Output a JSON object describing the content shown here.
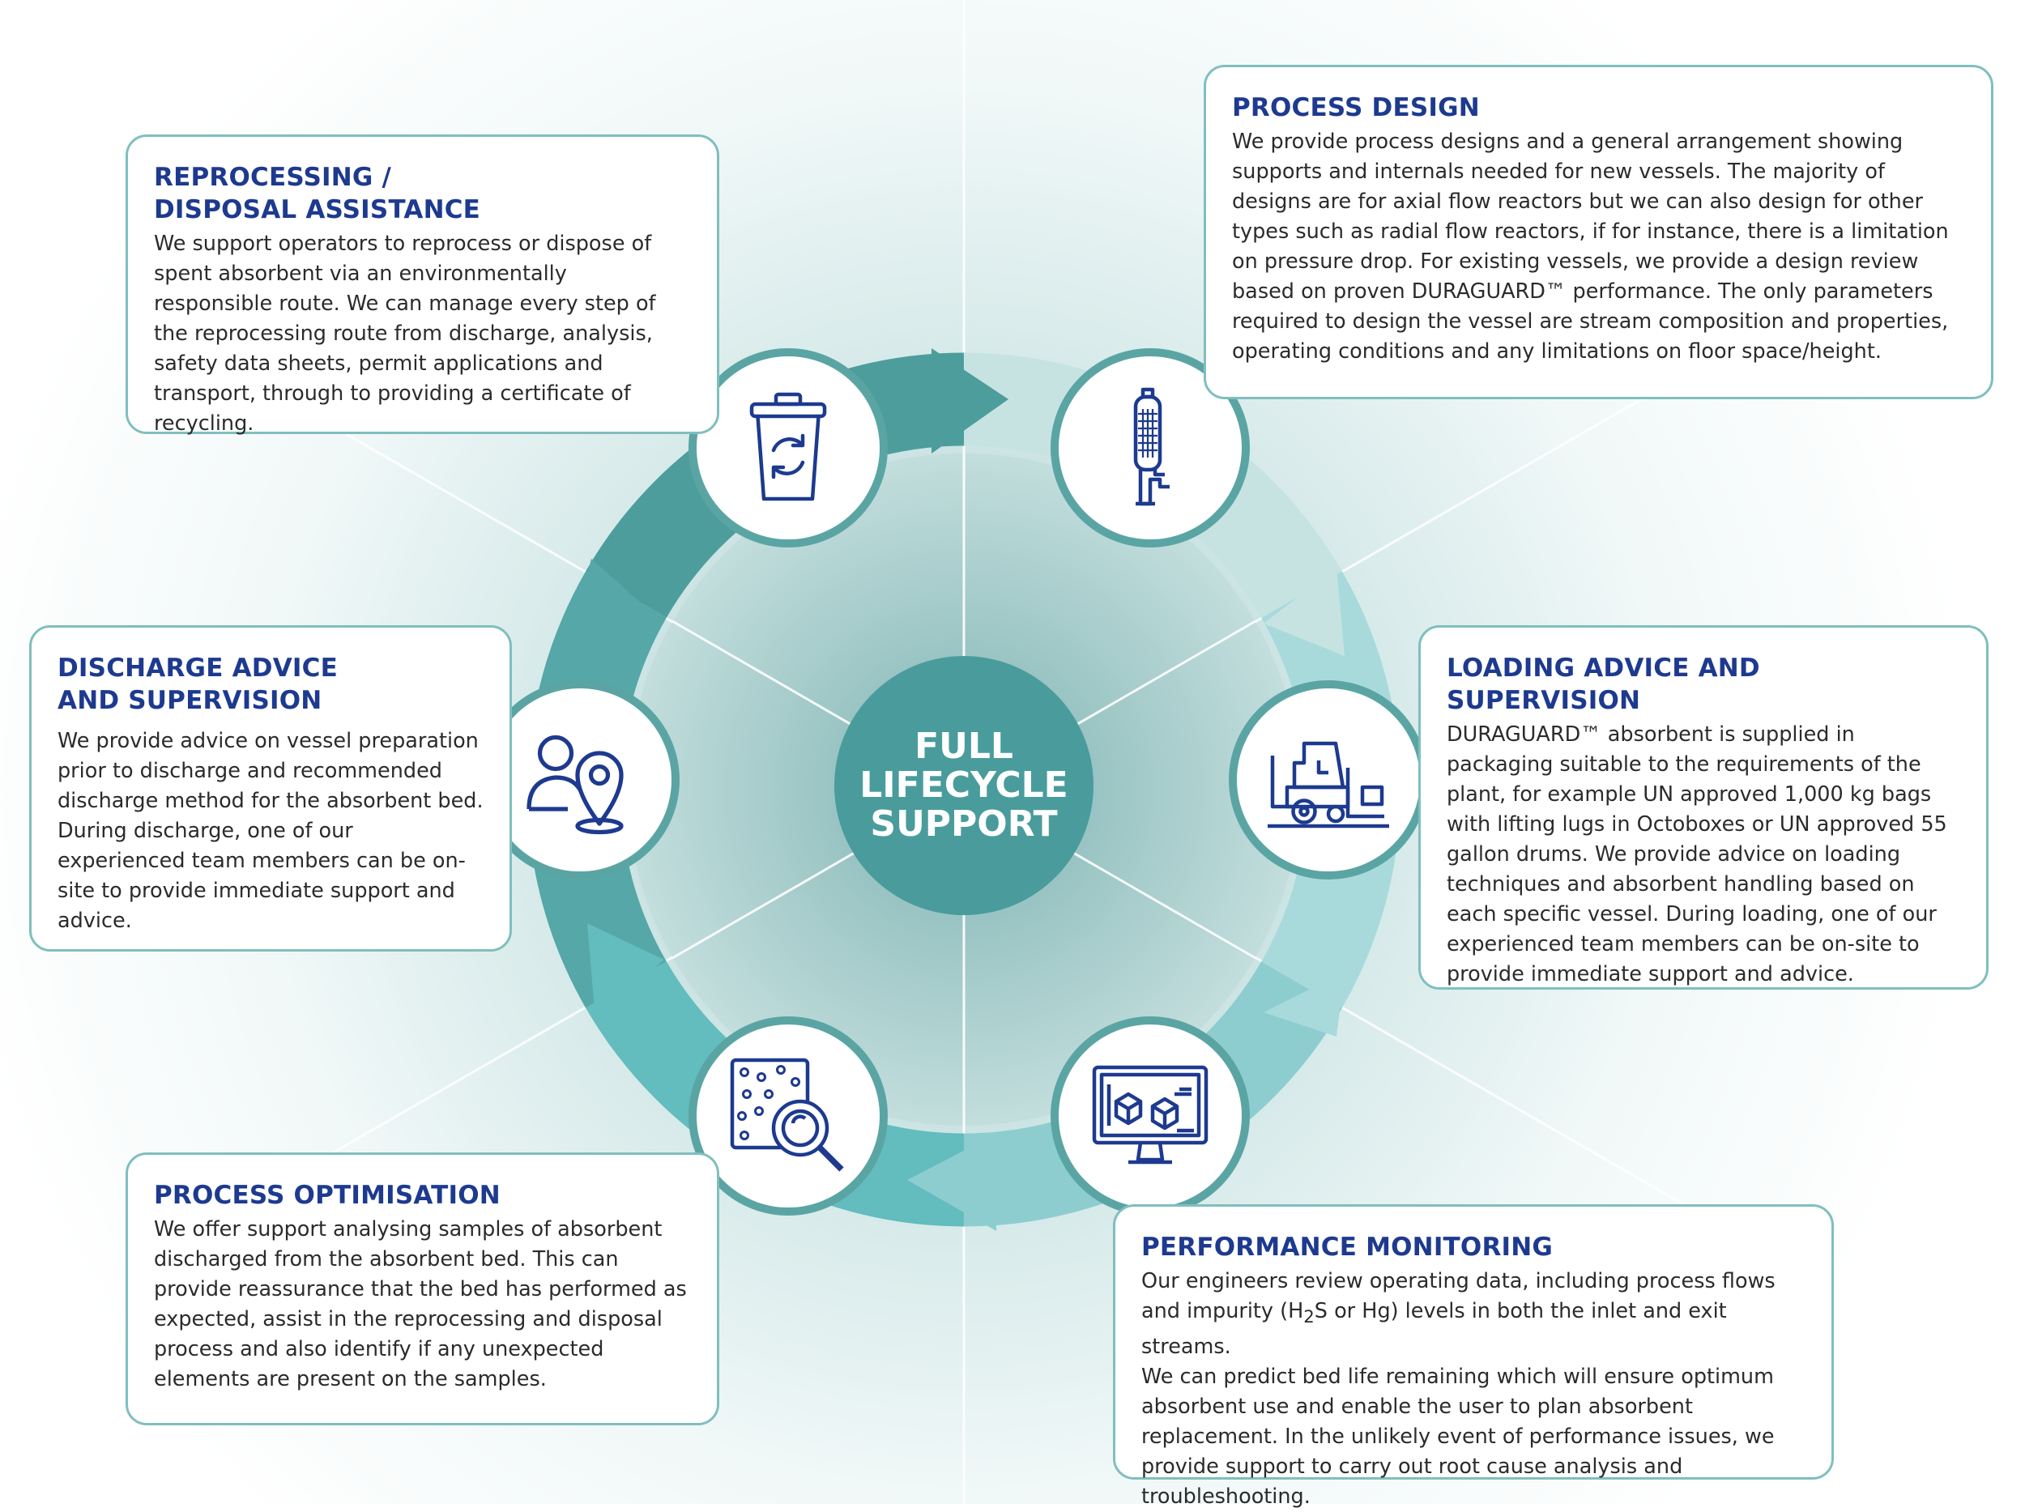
{
  "colors": {
    "heading": "#1d3a8f",
    "icon_stroke": "#1d3a8f",
    "teal_dark": "#4a9c9c",
    "teal_light": "#9fd4d6",
    "border": "#7fbfbe"
  },
  "center": {
    "label": "FULL\nLIFECYCLE\nSUPPORT"
  },
  "stages": {
    "process_design": {
      "title": "PROCESS DESIGN",
      "body": "We provide process designs and a general arrangement showing supports and internals needed for new vessels. The majority of designs are for axial flow reactors but we can also design for other types such as radial flow reactors, if for instance, there is a limitation on pressure drop. For existing vessels, we provide a design review based on proven DURAGUARD™ performance.  The only parameters required to design the vessel are stream composition and properties, operating conditions and any limitations on floor space/height.",
      "icon": "reactor-vessel-icon"
    },
    "loading_advice": {
      "title": "LOADING ADVICE AND SUPERVISION",
      "body": "DURAGUARD™ absorbent is supplied in packaging suitable to the requirements of the plant, for example UN approved 1,000 kg bags with lifting lugs in Octoboxes or UN approved 55 gallon drums. We provide advice on loading techniques and absorbent handling based on each specific vessel. During loading, one of our experienced team members can be on-site to provide immediate support and advice.",
      "icon": "forklift-icon"
    },
    "performance_monitoring": {
      "title": "PERFORMANCE MONITORING",
      "body_line1": "Our engineers review operating data, including process flows",
      "body_line2_pre": "and impurity (H",
      "body_line2_sub": "2",
      "body_line2_post": "S or Hg) levels in both the inlet and exit streams.",
      "body_rest": "We can predict bed life remaining which will ensure optimum absorbent use and enable the user to plan absorbent replacement. In the unlikely event of performance issues, we provide support to carry out root cause analysis and troubleshooting.",
      "icon": "monitor-icon"
    },
    "process_optimisation": {
      "title": "PROCESS OPTIMISATION",
      "body": "We offer support analysing samples of absorbent discharged from the absorbent bed. This can provide reassurance that the bed has performed as expected, assist in the reprocessing and disposal process and also identify if any unexpected elements are present on the samples.",
      "icon": "sample-analysis-icon"
    },
    "discharge_advice": {
      "title": "DISCHARGE ADVICE\nAND SUPERVISION",
      "body": "We provide advice on vessel preparation prior to discharge and recommended discharge method for the absorbent bed. During discharge, one of our experienced team members can be on-site to provide immediate support and advice.",
      "icon": "person-location-icon"
    },
    "reprocessing": {
      "title": "REPROCESSING /\nDISPOSAL ASSISTANCE",
      "body": "We support operators to reprocess or dispose of spent absorbent via an environmentally responsible route. We can manage every step of the reprocessing route from discharge, analysis, safety data sheets, permit applications and transport,  through to providing a certificate of recycling.",
      "icon": "recycle-bin-icon"
    }
  }
}
